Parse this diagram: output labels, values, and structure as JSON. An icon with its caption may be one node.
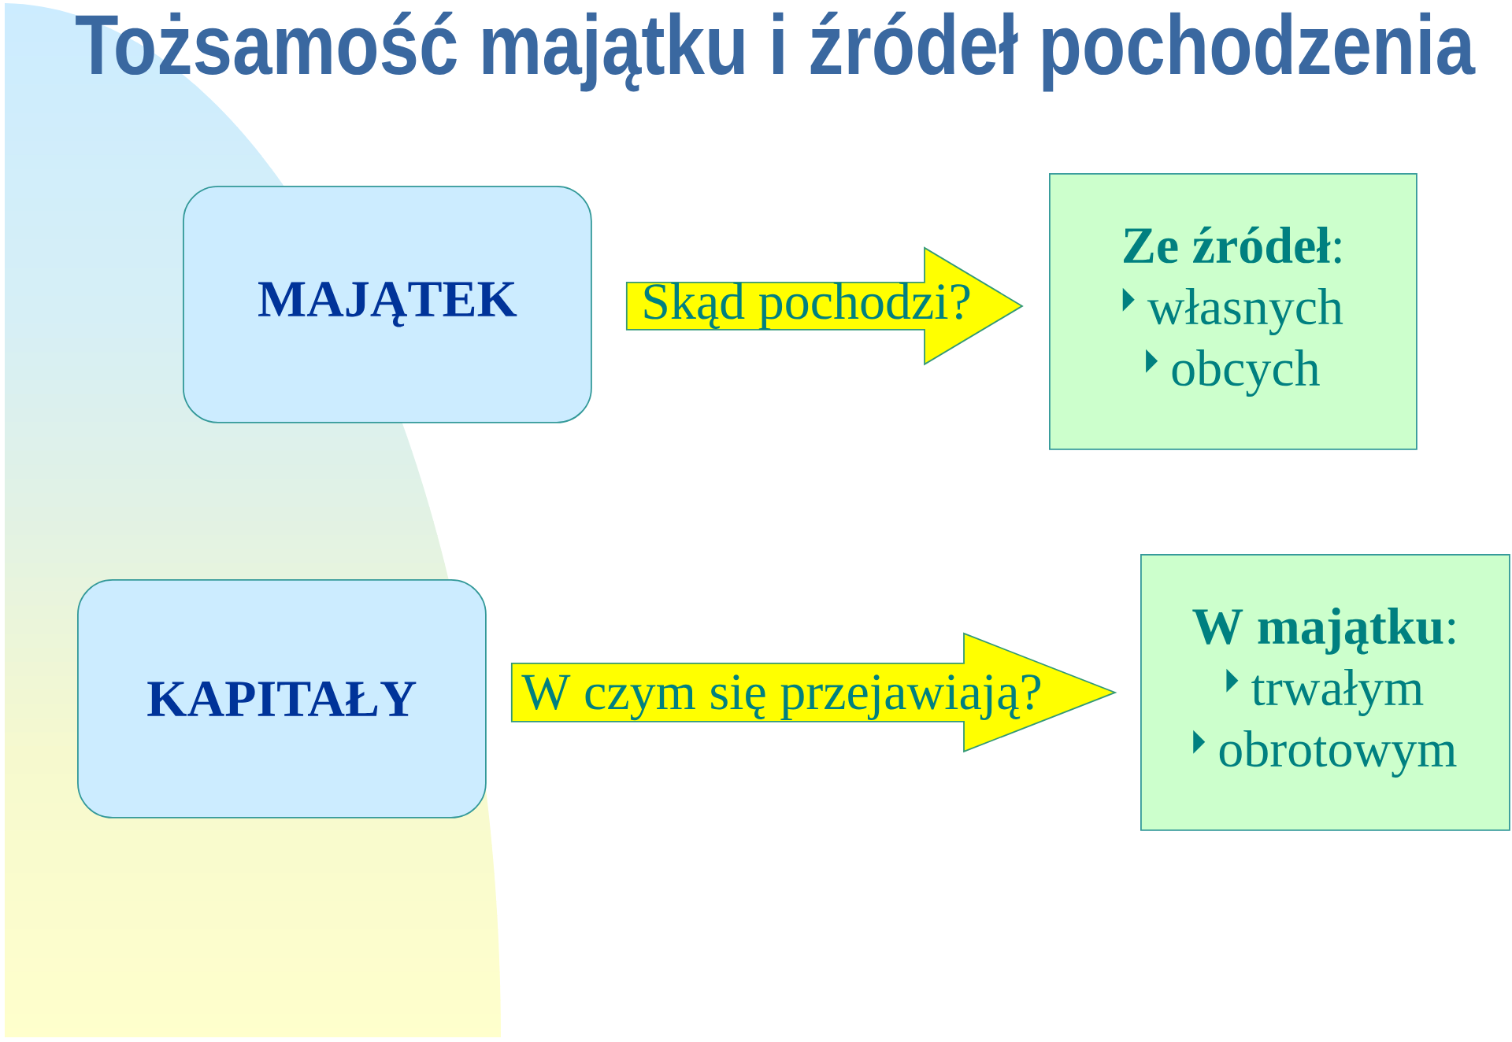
{
  "diagram": {
    "title": "Tożsamość majątku i źródeł pochodzenia",
    "nodes": [
      {
        "text": [
          "MAJĄTEK"
        ]
      },
      {
        "text": [
          "**Ze źródeł**:",
          "własnych",
          "obcych"
        ]
      },
      {
        "text": [
          "KAPITAŁY"
        ]
      },
      {
        "text": [
          "**W majątku**:",
          "trwałym",
          "obrotowym"
        ]
      }
    ],
    "edges": [
      {
        "from": 0,
        "to": 1,
        "arrow": "to",
        "label": "Skąd pochodzi?"
      },
      {
        "from": 2,
        "to": 3,
        "arrow": "to",
        "label": "W czym się przejawiają?"
      }
    ]
  }
}
